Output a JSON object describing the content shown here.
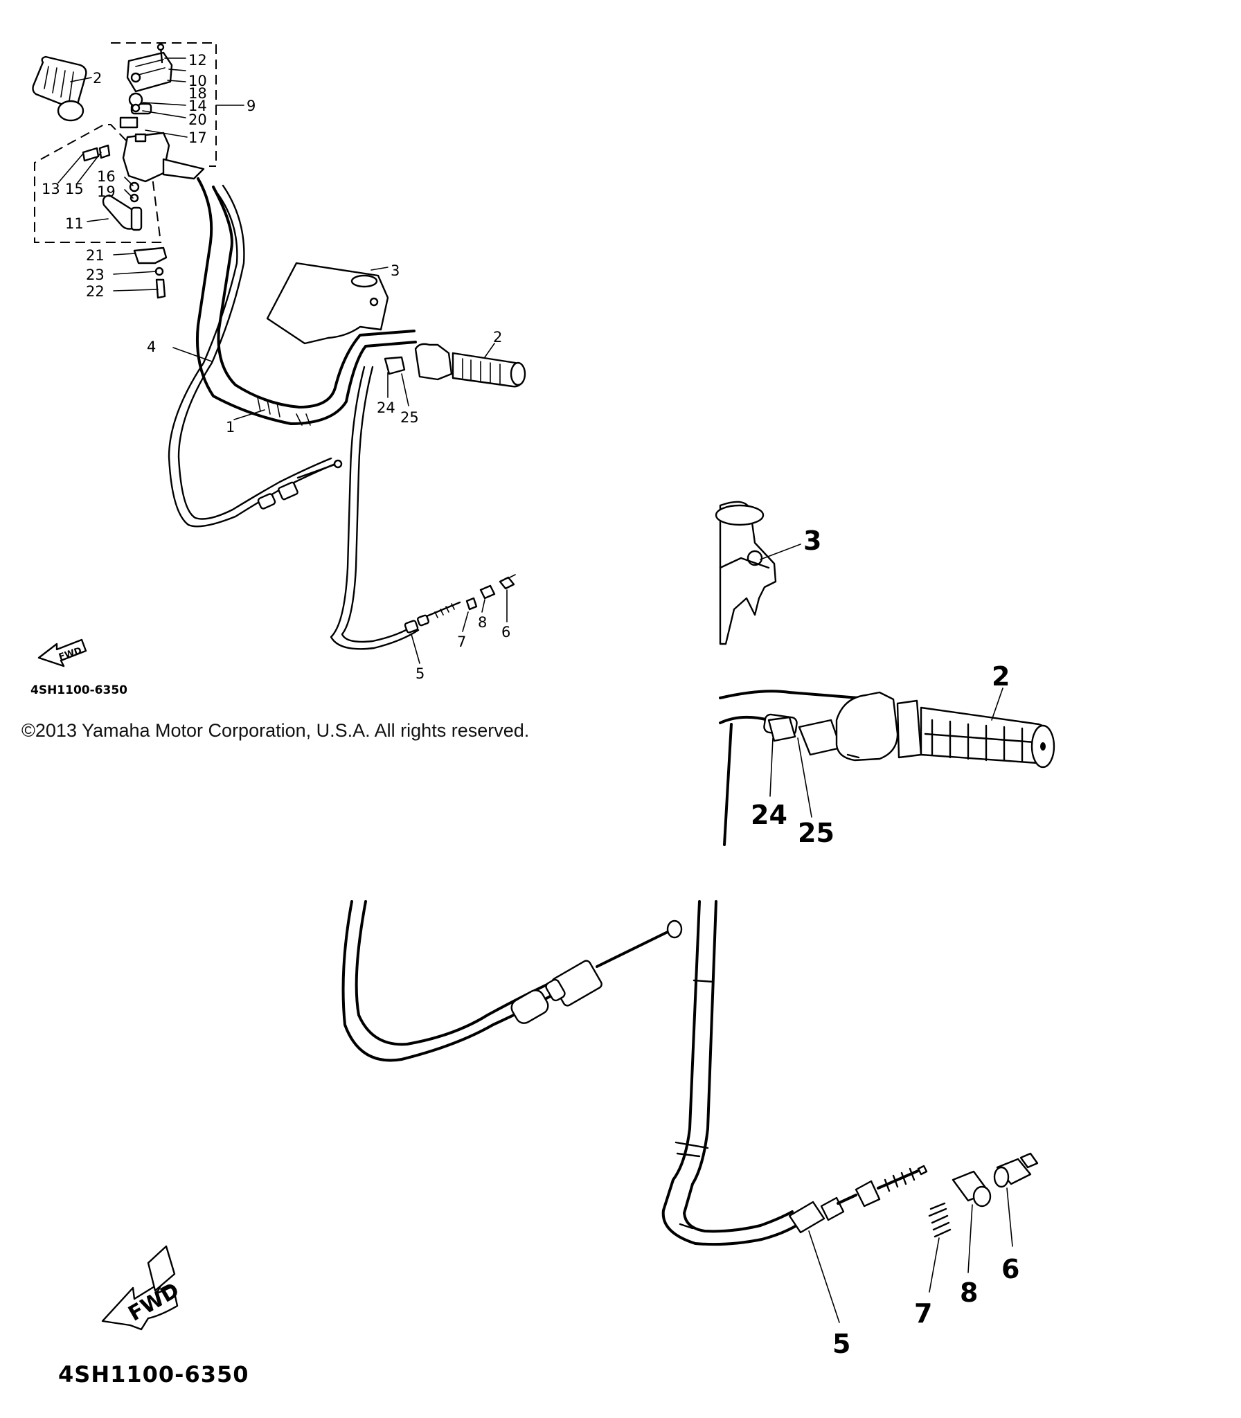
{
  "diagram": {
    "overview_labels": {
      "l1": "1",
      "l2a": "2",
      "l2b": "2",
      "l3": "3",
      "l4": "4",
      "l5": "5",
      "l6": "6",
      "l7": "7",
      "l8": "8",
      "l9": "9",
      "l10": "10",
      "l11": "11",
      "l12": "12",
      "l13": "13",
      "l14": "14",
      "l15": "15",
      "l16": "16",
      "l17": "17",
      "l18": "18",
      "l19": "19",
      "l20": "20",
      "l21": "21",
      "l22": "22",
      "l23": "23",
      "l24": "24",
      "l25": "25"
    },
    "detail_labels": {
      "l2": "2",
      "l3": "3",
      "l5": "5",
      "l6": "6",
      "l7": "7",
      "l8": "8",
      "l24": "24",
      "l25": "25"
    },
    "fwd_small": "FWD",
    "fwd_large": "FWD",
    "part_code_small": "4SH1100-6350",
    "part_code_large": "4SH1100-6350",
    "copyright": "©2013 Yamaha Motor Corporation, U.S.A. All rights reserved."
  }
}
